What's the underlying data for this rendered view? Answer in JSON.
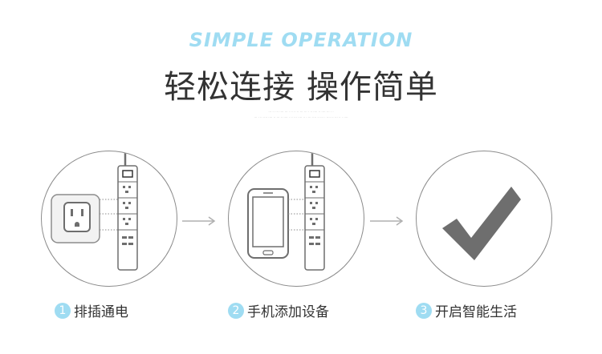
{
  "header": {
    "tagline": "SIMPLE OPERATION",
    "title": "轻松连接 操作简单",
    "fine_print": [
      "··· ·· ··· ···· ··· · ·· ·· ·· ··· ··· · ·· ···· ·· ···· ··· · ·",
      "··· · ·· ···· ···· ·· ··· ·· ···· · ·· ··· ···· ·· · ··· ···· ·· ··· · ···· ·· ··· ·· · ····"
    ]
  },
  "steps": [
    {
      "number": "1",
      "label": "排插通电",
      "illustration": "wall-outlet-and-power-strip"
    },
    {
      "number": "2",
      "label": "手机添加设备",
      "illustration": "phone-and-power-strip"
    },
    {
      "number": "3",
      "label": "开启智能生活",
      "illustration": "checkmark"
    }
  ],
  "colors": {
    "accent": "#9fdcf2",
    "text": "#333333",
    "line": "#8c8c8c",
    "check": "#6e6e6e",
    "arrow": "#b0b0b0"
  }
}
